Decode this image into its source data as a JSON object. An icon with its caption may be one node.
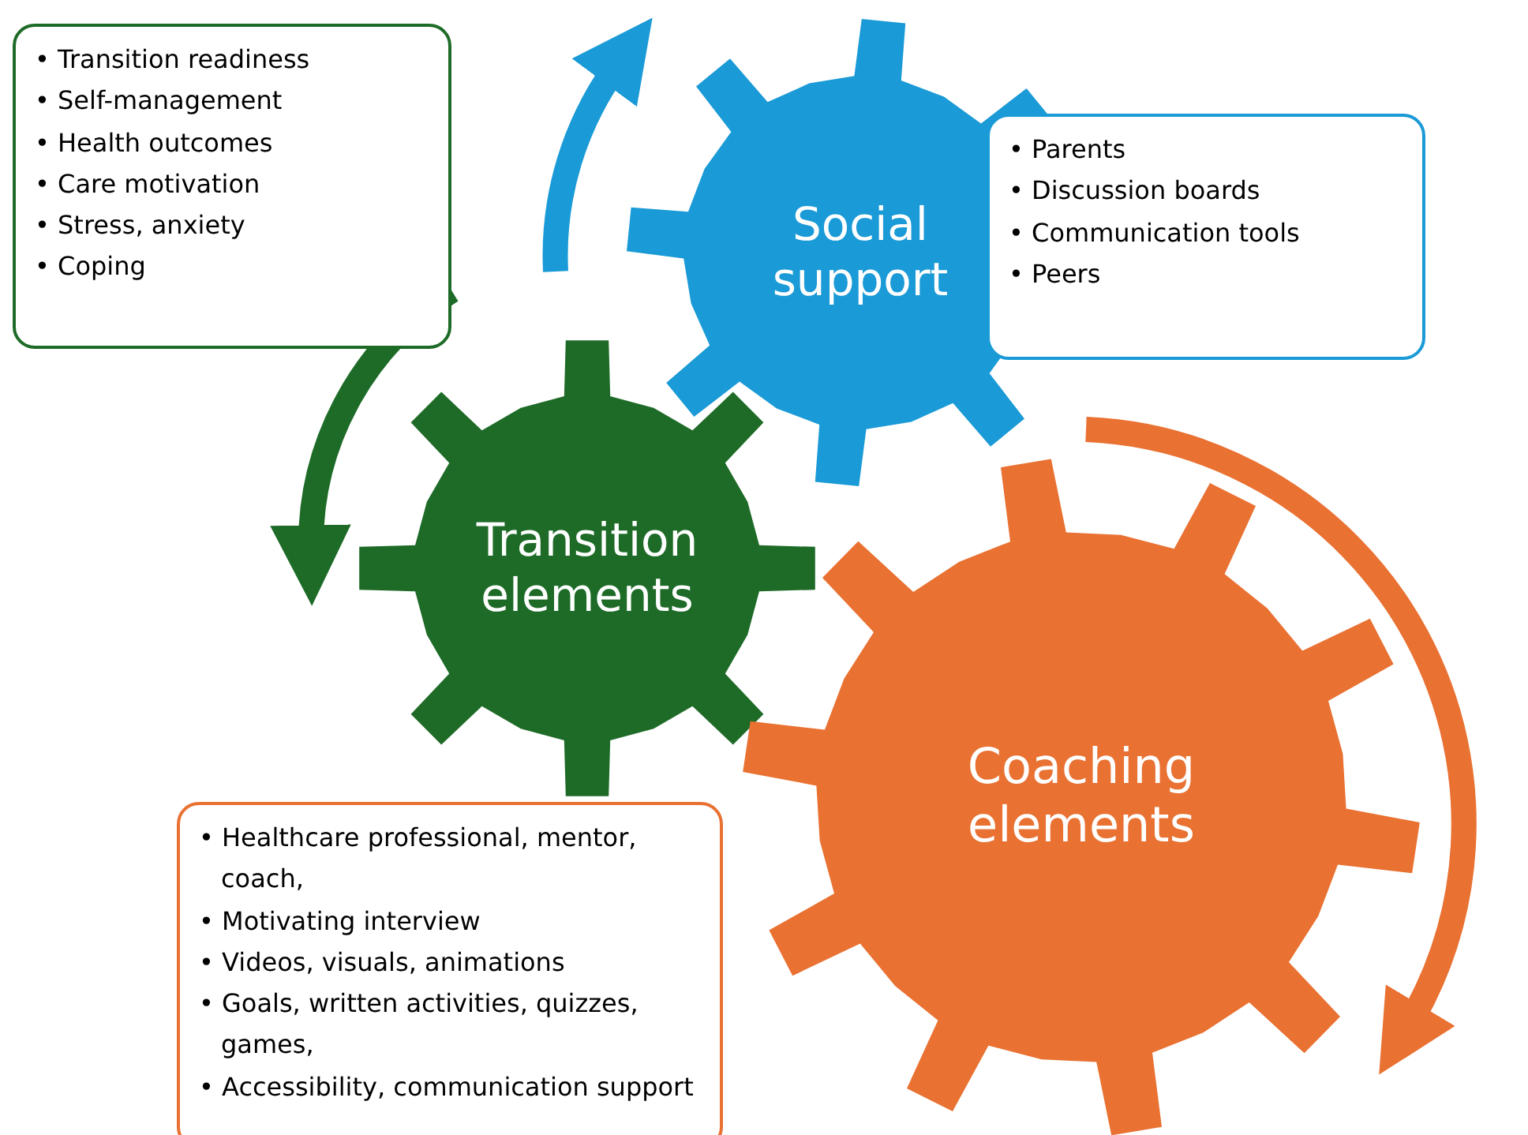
{
  "diagram": {
    "nodes": [
      {
        "text": [
          "• Transition readiness",
          "• Self-management",
          "• Health outcomes",
          "• Care motivation",
          "• Stress, anxiety",
          "• Coping"
        ]
      },
      {
        "text": [
          "Social support"
        ]
      },
      {
        "text": [
          "• Parents",
          "• Discussion boards",
          "• Communication tools",
          "• Peers"
        ]
      },
      {
        "text": [
          "Transition elements"
        ]
      },
      {
        "text": [
          "Coaching elements"
        ]
      },
      {
        "text": [
          "• Healthcare professional, mentor, coach,",
          "• Motivating interview",
          "• Videos, visuals, animations",
          "• Goals, written activities, quizzes, games,",
          "• Accessibility, communication support"
        ]
      }
    ],
    "edges": [
      {
        "from": 0,
        "to": 3,
        "arrow": "to"
      }
    ]
  }
}
